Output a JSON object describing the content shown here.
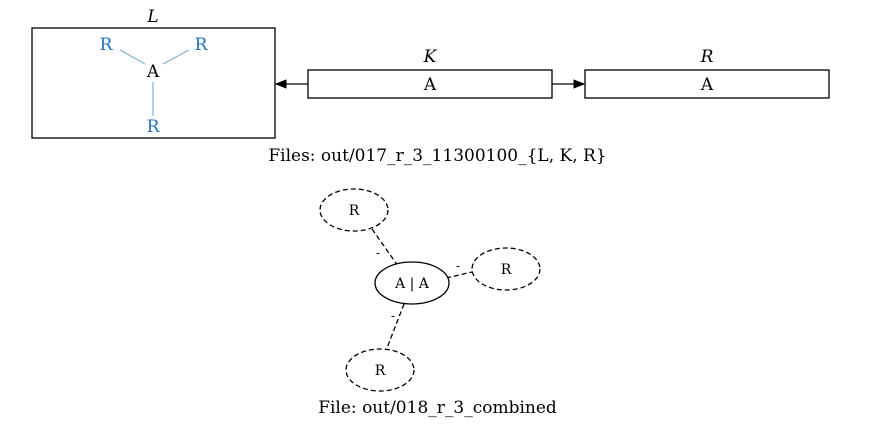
{
  "top_rule": {
    "L": {
      "title": "L",
      "center_node": "A",
      "outer_nodes": [
        "R",
        "R",
        "R"
      ],
      "outer_node_color": "#1f6fb8"
    },
    "K": {
      "title": "K",
      "node": "A"
    },
    "R": {
      "title": "R",
      "node": "A"
    },
    "caption": "Files: out/017_r_3_11300100_{L, K, R}"
  },
  "combined": {
    "center_label": "A | A",
    "outer_nodes": [
      "R",
      "R",
      "R"
    ],
    "edge_labels": [
      "-",
      "-",
      "-"
    ],
    "caption": "File: out/018_r_3_combined"
  }
}
